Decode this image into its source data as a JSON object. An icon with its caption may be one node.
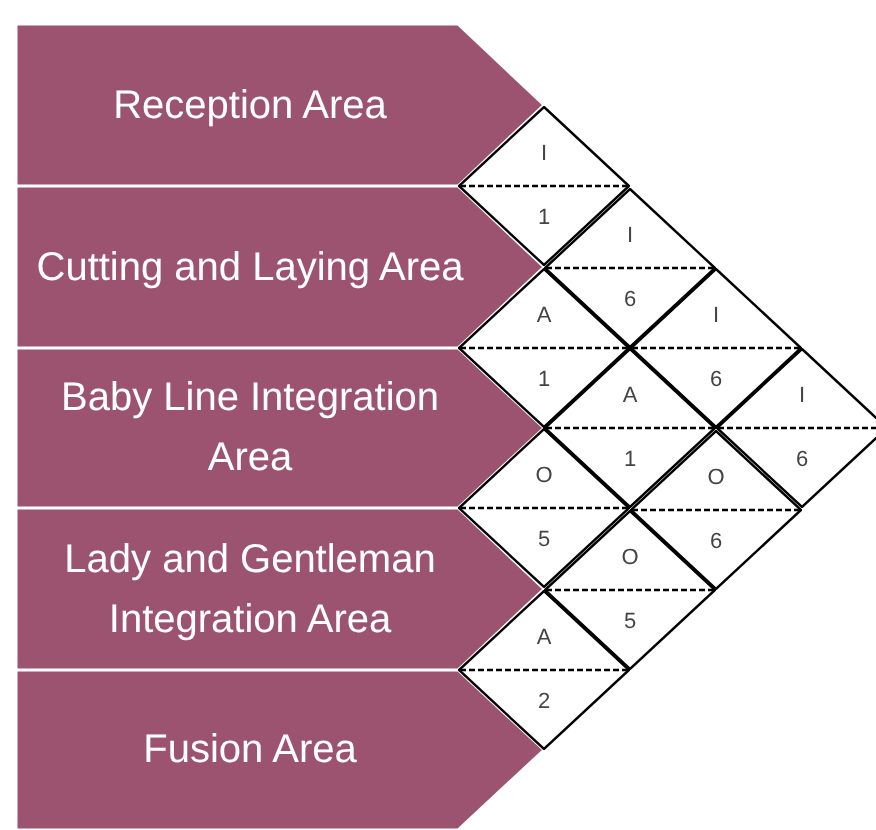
{
  "diagram": {
    "nodes": [
      {
        "text": [
          "Reception Area"
        ]
      },
      {
        "text": [
          "Cutting and Laying Area"
        ]
      },
      {
        "text": [
          "Baby Line Integration Area"
        ]
      },
      {
        "text": [
          "Lady and Gentleman Integration Area"
        ]
      },
      {
        "text": [
          "Fusion Area"
        ]
      },
      {
        "text": [
          "I",
          "1"
        ]
      },
      {
        "text": [
          "I",
          "6"
        ]
      },
      {
        "text": [
          "A",
          "1"
        ]
      },
      {
        "text": [
          "I",
          "6"
        ]
      },
      {
        "text": [
          "A",
          "1"
        ]
      },
      {
        "text": [
          "I",
          "6"
        ]
      },
      {
        "text": [
          "O",
          "5"
        ]
      },
      {
        "text": [
          "O",
          "6"
        ]
      },
      {
        "text": [
          "O",
          "5"
        ]
      },
      {
        "text": [
          "A",
          "2"
        ]
      }
    ]
  }
}
